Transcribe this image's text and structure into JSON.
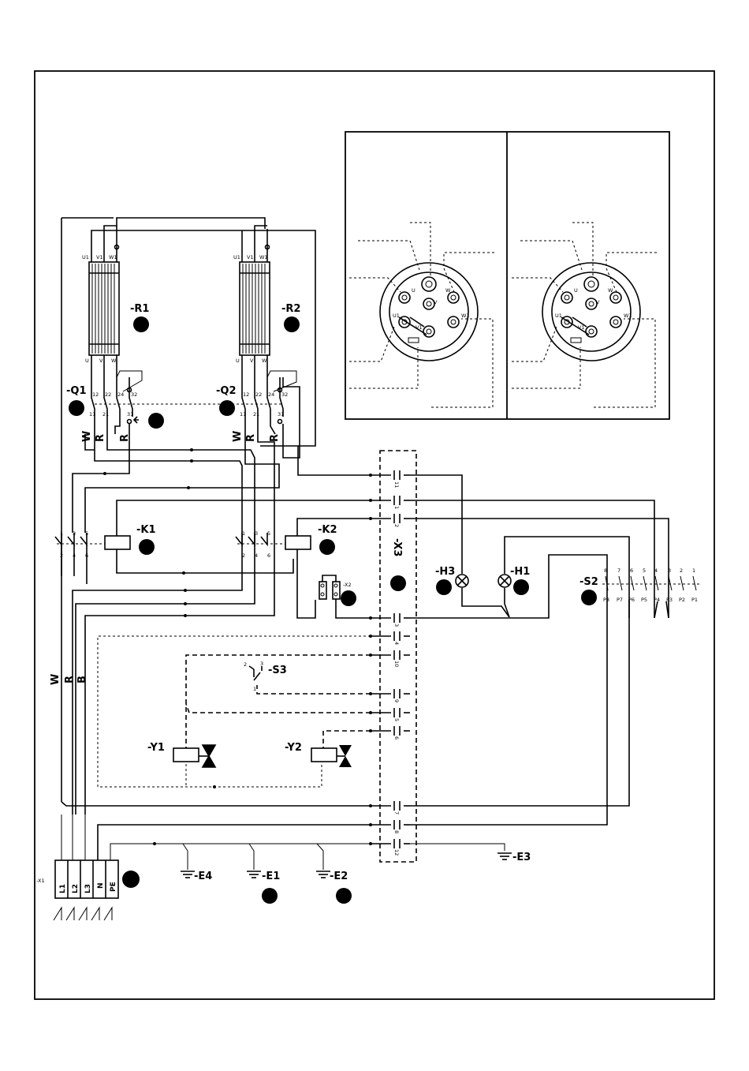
{
  "components": {
    "R1": "-R1",
    "R2": "-R2",
    "Q1": "-Q1",
    "Q2": "-Q2",
    "K1": "-K1",
    "K2": "-K2",
    "X3": "-X3",
    "H3": "-H3",
    "H1": "-H1",
    "S2": "-S2",
    "S3": "-S3",
    "Y1": "-Y1",
    "Y2": "-Y2",
    "E1": "-E1",
    "E2": "-E2",
    "E3": "-E3",
    "E4": "-E4",
    "X1": "-X1",
    "X2": "-X2"
  },
  "heater_terminals": {
    "top": [
      "U1",
      "V1",
      "W1"
    ],
    "bottom": [
      "U",
      "V",
      "W"
    ]
  },
  "breaker_terminals": {
    "top": [
      "12",
      "22",
      "24",
      "32"
    ],
    "bottom": [
      "11",
      "21",
      "31"
    ]
  },
  "contactor_terminals": {
    "top": [
      "1",
      "3",
      "5"
    ],
    "bottom": [
      "2",
      "4",
      "6"
    ]
  },
  "wire_colors": [
    "W",
    "R",
    "B"
  ],
  "supply_terminals": [
    "L1",
    "L2",
    "L3",
    "N",
    "PE"
  ],
  "x3_terminals": [
    "11",
    "1",
    "2",
    "3",
    "4",
    "10",
    "9",
    "5",
    "6",
    "7",
    "8",
    "12"
  ],
  "s3_contacts": [
    "2",
    "3",
    "1"
  ],
  "s2_top": [
    "8",
    "7",
    "6",
    "5",
    "4",
    "3",
    "2",
    "1"
  ],
  "s2_bottom": [
    "P8",
    "P7",
    "P6",
    "P5",
    "P4",
    "P3",
    "P2",
    "P1"
  ],
  "plug_terminals": [
    "U",
    "V",
    "W",
    "U1",
    "V1",
    "W1"
  ]
}
